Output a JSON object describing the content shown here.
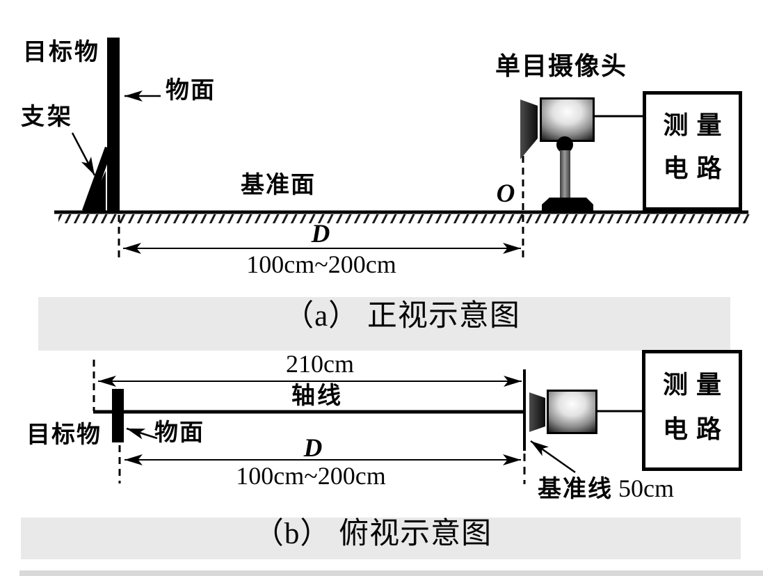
{
  "panel_a": {
    "caption": "（a） 正视示意图",
    "target_label": "目标物",
    "bracket_label": "支架",
    "object_surface_label": "物面",
    "reference_plane_label": "基准面",
    "camera_label": "单目摄像头",
    "origin_label": "O",
    "circuit_box": {
      "line1": "测量",
      "line2": "电路"
    },
    "distance": {
      "symbol": "D",
      "range": "100cm~200cm"
    }
  },
  "panel_b": {
    "caption": "（b） 俯视示意图",
    "axis_length_label": "210cm",
    "axis_label": "轴线",
    "target_label": "目标物",
    "object_surface_label": "物面",
    "baseline_label": "基准线",
    "baseline_length": "50cm",
    "circuit_box": {
      "line1": "测量",
      "line2": "电路"
    },
    "distance": {
      "symbol": "D",
      "range": "100cm~200cm"
    }
  },
  "colors": {
    "ink": "#000000",
    "caption_band": "#e9e9e9",
    "bottom_strip": "#d9d9d9",
    "background": "#ffffff"
  }
}
